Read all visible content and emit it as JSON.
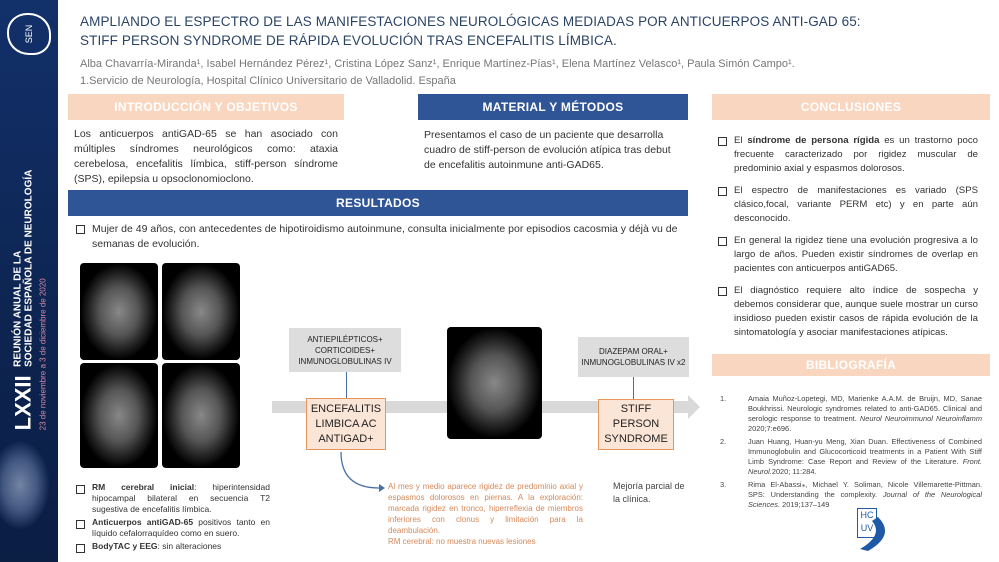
{
  "sidebar": {
    "logo": "SEN",
    "edition": "LXXII",
    "event_line1": "REUNIÓN ANUAL DE LA",
    "event_line2": "SOCIEDAD ESPAÑOLA DE NEUROLOGÍA",
    "dates": "23 de noviembre a 3 de diciembre de 2020"
  },
  "header": {
    "title_line1": "AMPLIANDO EL ESPECTRO DE LAS MANIFESTACIONES NEUROLÓGICAS MEDIADAS POR ANTICUERPOS ANTI-GAD 65:",
    "title_line2": "STIFF PERSON SYNDROME DE RÁPIDA EVOLUCIÓN TRAS ENCEFALITIS LÍMBICA.",
    "authors": "Alba Chavarría-Miranda¹, Isabel Hernández Pérez¹, Cristina López Sanz¹, Enrique Martínez-Pías¹, Elena Martínez Velasco¹, Paula Simón Campo¹.",
    "affiliation": "1.Servicio de Neurología, Hospital Clínico Universitario de Valladolid. España"
  },
  "intro": {
    "heading": "INTRODUCCIÓN Y OBJETIVOS",
    "text": "Los anticuerpos antiGAD-65 se han asociado con múltiples síndromes neurológicos como: ataxia cerebelosa, encefalitis límbica, stiff-person síndrome (SPS), epilepsia u opsoclonomioclono."
  },
  "methods": {
    "heading": "MATERIAL Y MÉTODOS",
    "text": "Presentamos el caso de un paciente que desarrolla cuadro de stiff-person de evolución atípica tras debut de encefalitis autoinmune anti-GAD65."
  },
  "results": {
    "heading": "RESULTADOS",
    "intro": "Mujer de 49 años, con antecedentes de hipotiroidismo autoinmune, consulta inicialmente por episodios cacosmia y déjà vu de semanas de evolución.",
    "findings": [
      {
        "bold": "RM cerebral inicial",
        "text": ": hiperintensidad hipocampal bilateral en secuencia T2 sugestiva de encefalitis límbica."
      },
      {
        "bold": "Anticuerpos antiGAD-65",
        "text": " positivos tanto en líquido cefalorraquídeo como en suero."
      },
      {
        "bold": "BodyTAC y EEG",
        "text": ": sin alteraciones"
      }
    ],
    "treatment1": "ANTIEPILÉPTICOS+ CORTICOIDES+ INMUNOGLOBULINAS IV",
    "stage1": "ENCEFALITIS LIMBICA AC ANTIGAD+",
    "treatment2": "DIAZEPAM ORAL+ INMUNOGLOBULINAS IV x2",
    "stage2": "STIFF PERSON SYNDROME",
    "evolution": "Al mes y medio aparece rigidez de predominio axial y espasmos dolorosos en piernas. A la exploración: marcada rigidez en tronco, hiperreflexia de miembros inferiores con clonus y limitación para la deambulación.",
    "evolution_mri": "RM cerebral: no muestra nuevas lesiones",
    "outcome": "Mejoría parcial de la clínica."
  },
  "conclusions": {
    "heading": "CONCLUSIONES",
    "items": [
      {
        "pre": "El ",
        "bold": "síndrome de persona rígida",
        "post": " es un trastorno poco frecuente caracterizado por rigidez muscular de predominio axial y espasmos dolorosos."
      },
      {
        "pre": "El espectro de manifestaciones es variado (SPS clásico,focal, variante PERM etc) y en parte aún desconocido.",
        "bold": "",
        "post": ""
      },
      {
        "pre": "En general la rigidez tiene una evolución progresiva a lo largo de años. Pueden existir síndromes de overlap en pacientes con anticuerpos antiGAD65.",
        "bold": "",
        "post": ""
      },
      {
        "pre": "El diagnóstico requiere alto índice de sospecha y debemos considerar que, aunque suele mostrar un curso insidioso pueden existir casos de rápida evolución de la sintomatología y asociar manifestaciones atípicas.",
        "bold": "",
        "post": ""
      }
    ]
  },
  "bibliography": {
    "heading": "BIBLIOGRAFÍA",
    "items": [
      {
        "n": "1.",
        "text": "Amaia Muñoz-Lopetegi, MD, Marienke A.A.M. de Bruijn, MD, Sanae Boukhrissi. Neurologic syndromes related to anti-GAD65. Clinical and serologic response to treatment. ",
        "journal": "Neurol Neuroimmunol Neuroinflamm",
        "tail": " 2020;7:e696."
      },
      {
        "n": "2.",
        "text": "Juan Huang, Huan-yu Meng, Xian Duan. Effectiveness of Combined Immunoglobulin and Glucocorticoid treatments in a Patient With Stiff Limb Syndrome: Case Report and Review of the Literature. ",
        "journal": "Front. Neurol.",
        "tail": "2020; 11:284."
      },
      {
        "n": "3.",
        "text": "Rima El-Abassi⁎, Michael Y. Soliman, Nicole Villemarette-Pittman. SPS: Understanding the complexity. ",
        "journal": "Journal of the Neurological Sciences.",
        "tail": " 2019;137–149"
      }
    ]
  },
  "footer_logo": {
    "line1": "HC",
    "line2": "UV"
  }
}
